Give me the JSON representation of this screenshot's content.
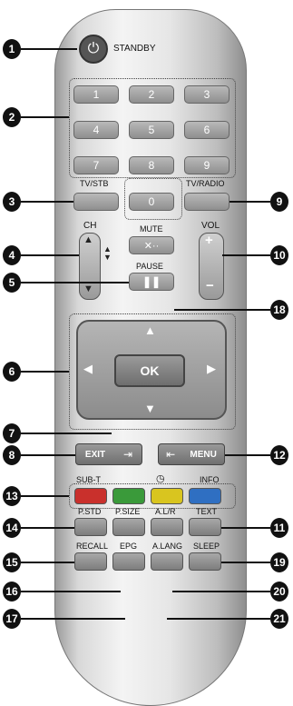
{
  "remote": {
    "standby_label": "STANDBY",
    "number_keys": [
      "1",
      "2",
      "3",
      "4",
      "5",
      "6",
      "7",
      "8",
      "9",
      "0"
    ],
    "tv_stb_label": "TV/STB",
    "tv_radio_label": "TV/RADIO",
    "ch_label": "CH",
    "vol_label": "VOL",
    "mute_label": "MUTE",
    "pause_label": "PAUSE",
    "ok_label": "OK",
    "exit_label": "EXIT",
    "menu_label": "MENU",
    "subt_label": "SUB-T",
    "info_label": "INFO",
    "pstd_label": "P.STD",
    "psize_label": "P.SIZE",
    "alr_label": "A.L/R",
    "text_label": "TEXT",
    "recall_label": "RECALL",
    "epg_label": "EPG",
    "alang_label": "A.LANG",
    "sleep_label": "SLEEP",
    "colors": {
      "body": "#e6e6e6",
      "red": "#c9302c",
      "green": "#3a9a3a",
      "yellow": "#d9c51f",
      "blue": "#2f6fc2",
      "callout": "#111111"
    }
  },
  "callouts": [
    "1",
    "2",
    "3",
    "4",
    "5",
    "6",
    "7",
    "8",
    "9",
    "10",
    "11",
    "12",
    "13",
    "14",
    "15",
    "16",
    "17",
    "18",
    "19",
    "20",
    "21"
  ]
}
